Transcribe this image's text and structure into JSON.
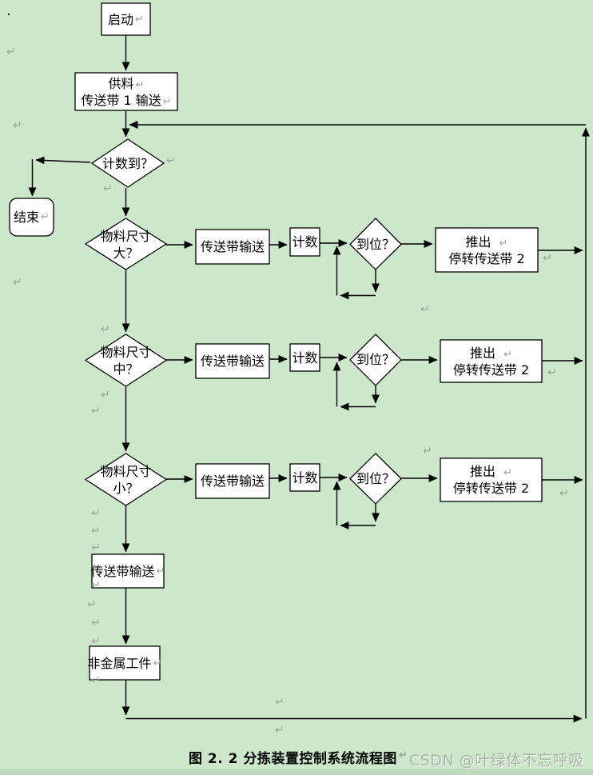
{
  "page": {
    "background_color": "#cde7ca",
    "stray_dot": "·",
    "pilcrow": "↵",
    "caption": "图 2. 2 分拣装置控制系统流程图",
    "watermark": "CSDN @叶绿体不忘呼吸"
  },
  "flowchart": {
    "start": "启动",
    "feed_line1": "供料",
    "feed_line2": "传送带 1 输送",
    "count_decision": "计数到？",
    "end": "结束",
    "rows": [
      {
        "size_line1": "物料尺寸",
        "size_line2": "大？",
        "conveyor": "传送带输送",
        "count": "计数",
        "inplace": "到位？",
        "push_line1": "推出",
        "push_line2": "停转传送带 2"
      },
      {
        "size_line1": "物料尺寸",
        "size_line2": "中？",
        "conveyor": "传送带输送",
        "count": "计数",
        "inplace": "到位？",
        "push_line1": "推出",
        "push_line2": "停转传送带 2"
      },
      {
        "size_line1": "物料尺寸",
        "size_line2": "小？",
        "conveyor": "传送带输送",
        "count": "计数",
        "inplace": "到位？",
        "push_line1": "推出",
        "push_line2": "停转传送带 2"
      }
    ],
    "conveyor_bottom": "传送带输送",
    "nonmetal": "非金属工件"
  }
}
